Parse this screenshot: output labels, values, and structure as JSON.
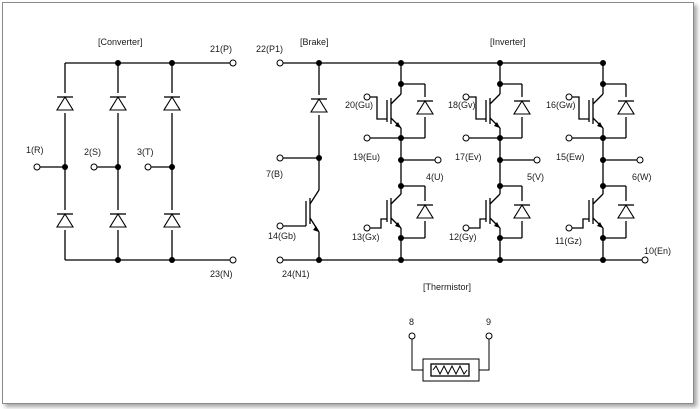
{
  "sections": {
    "converter": "[Converter]",
    "brake": "[Brake]",
    "inverter": "[Inverter]",
    "thermistor": "[Thermistor]"
  },
  "terminals": {
    "r": "1(R)",
    "s": "2(S)",
    "t": "3(T)",
    "p": "21(P)",
    "n": "23(N)",
    "p1": "22(P1)",
    "b": "7(B)",
    "gb": "14(Gb)",
    "n1": "24(N1)",
    "gu": "20(Gu)",
    "eu": "19(Eu)",
    "u": "4(U)",
    "gx": "13(Gx)",
    "gv": "18(Gv)",
    "ev": "17(Ev)",
    "v": "5(V)",
    "gy": "12(Gy)",
    "gw": "16(Gw)",
    "ew": "15(Ew)",
    "w": "6(W)",
    "gz": "11(Gz)",
    "en": "10(En)",
    "th1": "8",
    "th2": "9"
  }
}
